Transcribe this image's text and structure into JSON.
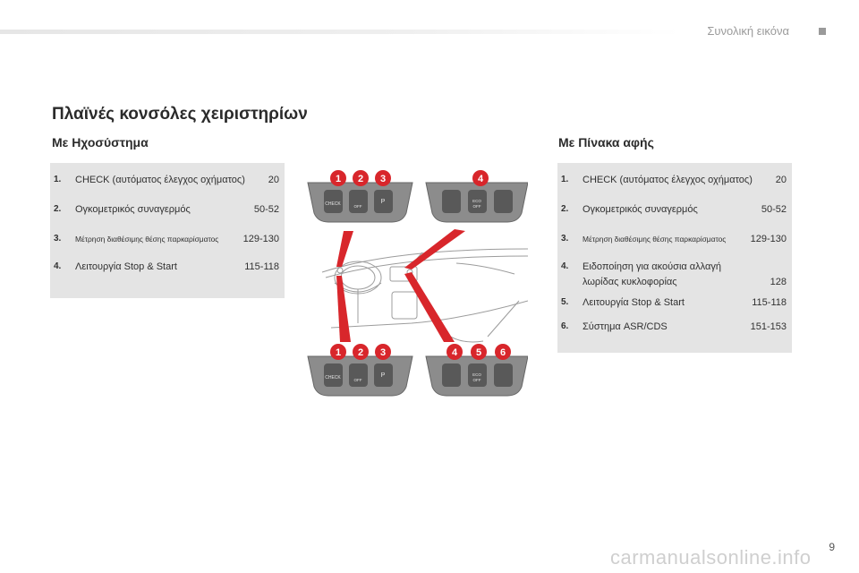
{
  "header": {
    "section": "Συνολική εικόνα"
  },
  "page_title": "Πλαϊνές κονσόλες χειριστηρίων",
  "left_section": {
    "title": "Με Ηχοσύστημα",
    "items": [
      {
        "num": "1.",
        "text": "CHECK (αυτόματος έλεγχος οχήματος)",
        "page": "20"
      },
      {
        "num": "2.",
        "text": "Ογκομετρικός συναγερμός",
        "page": "50-52"
      },
      {
        "num": "3.",
        "text": "Μέτρηση διαθέσιμης θέσης παρκαρίσματος",
        "page": "129-130"
      },
      {
        "num": "4.",
        "text": "Λειτουργία Stop & Start",
        "page": "115-118"
      }
    ]
  },
  "right_section": {
    "title": "Με Πίνακα αφής",
    "items": [
      {
        "num": "1.",
        "text": "CHECK (αυτόματος έλεγχος οχήματος)",
        "page": "20"
      },
      {
        "num": "2.",
        "text": "Ογκομετρικός συναγερμός",
        "page": "50-52"
      },
      {
        "num": "3.",
        "text": "Μέτρηση διαθέσιμης θέσης παρκαρίσματος",
        "page": "129-130"
      },
      {
        "num": "4.",
        "text": "Ειδοποίηση για ακούσια αλλαγή",
        "text2": "λωρίδας κυκλοφορίας",
        "page": "128"
      },
      {
        "num": "5.",
        "text": "Λειτουργία Stop & Start",
        "page": "115-118"
      },
      {
        "num": "6.",
        "text": "Σύστημα ASR/CDS",
        "page": "151-153"
      }
    ]
  },
  "illustration": {
    "callouts_top_left": [
      "1",
      "2",
      "3"
    ],
    "callouts_top_right": [
      "4"
    ],
    "callouts_bottom_left": [
      "1",
      "2",
      "3"
    ],
    "callouts_bottom_right": [
      "4",
      "5",
      "6"
    ],
    "button_labels": {
      "check": "CHECK",
      "off": "OFF",
      "eco": "ECO"
    },
    "colors": {
      "callout": "#d8262b",
      "console": "#8a8a8a",
      "button": "#555555"
    }
  },
  "page_number": "9",
  "watermark": "carmanualsonline.info"
}
